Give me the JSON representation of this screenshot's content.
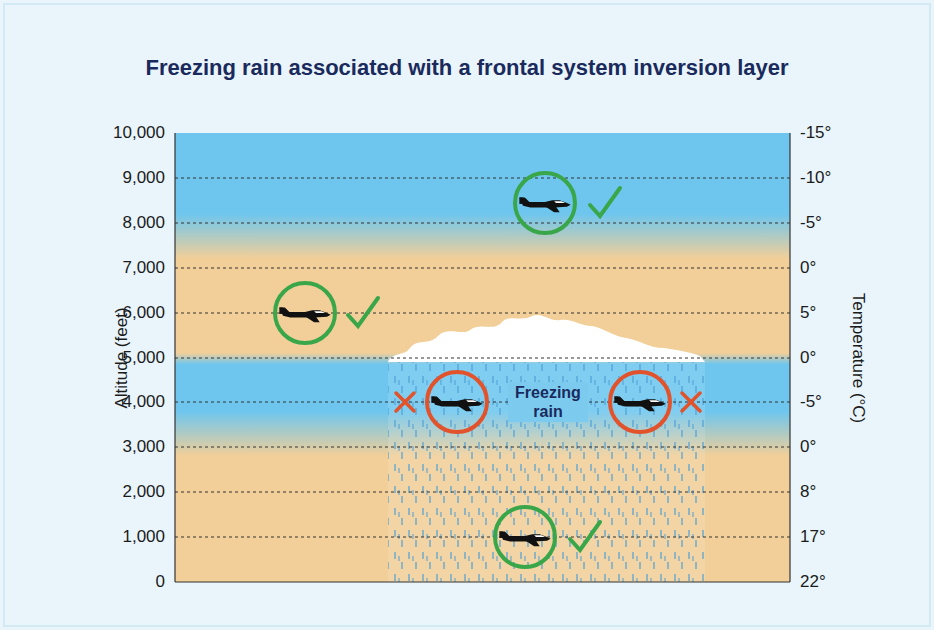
{
  "diagram": {
    "title": "Freezing rain associated with a frontal system inversion layer",
    "labels": [
      "10,000",
      "9,000",
      "8,000",
      "7,000",
      "6,000",
      "5,000",
      "4,000",
      "3,000",
      "2,000",
      "1,000",
      "0",
      "Altitude (feet)",
      "-15°",
      "-10°",
      "-5°",
      "0°",
      "5°",
      "0°",
      "-5°",
      "0°",
      "8°",
      "17°",
      "22°",
      "Temperature (°C)",
      "Freezing rain"
    ]
  }
}
